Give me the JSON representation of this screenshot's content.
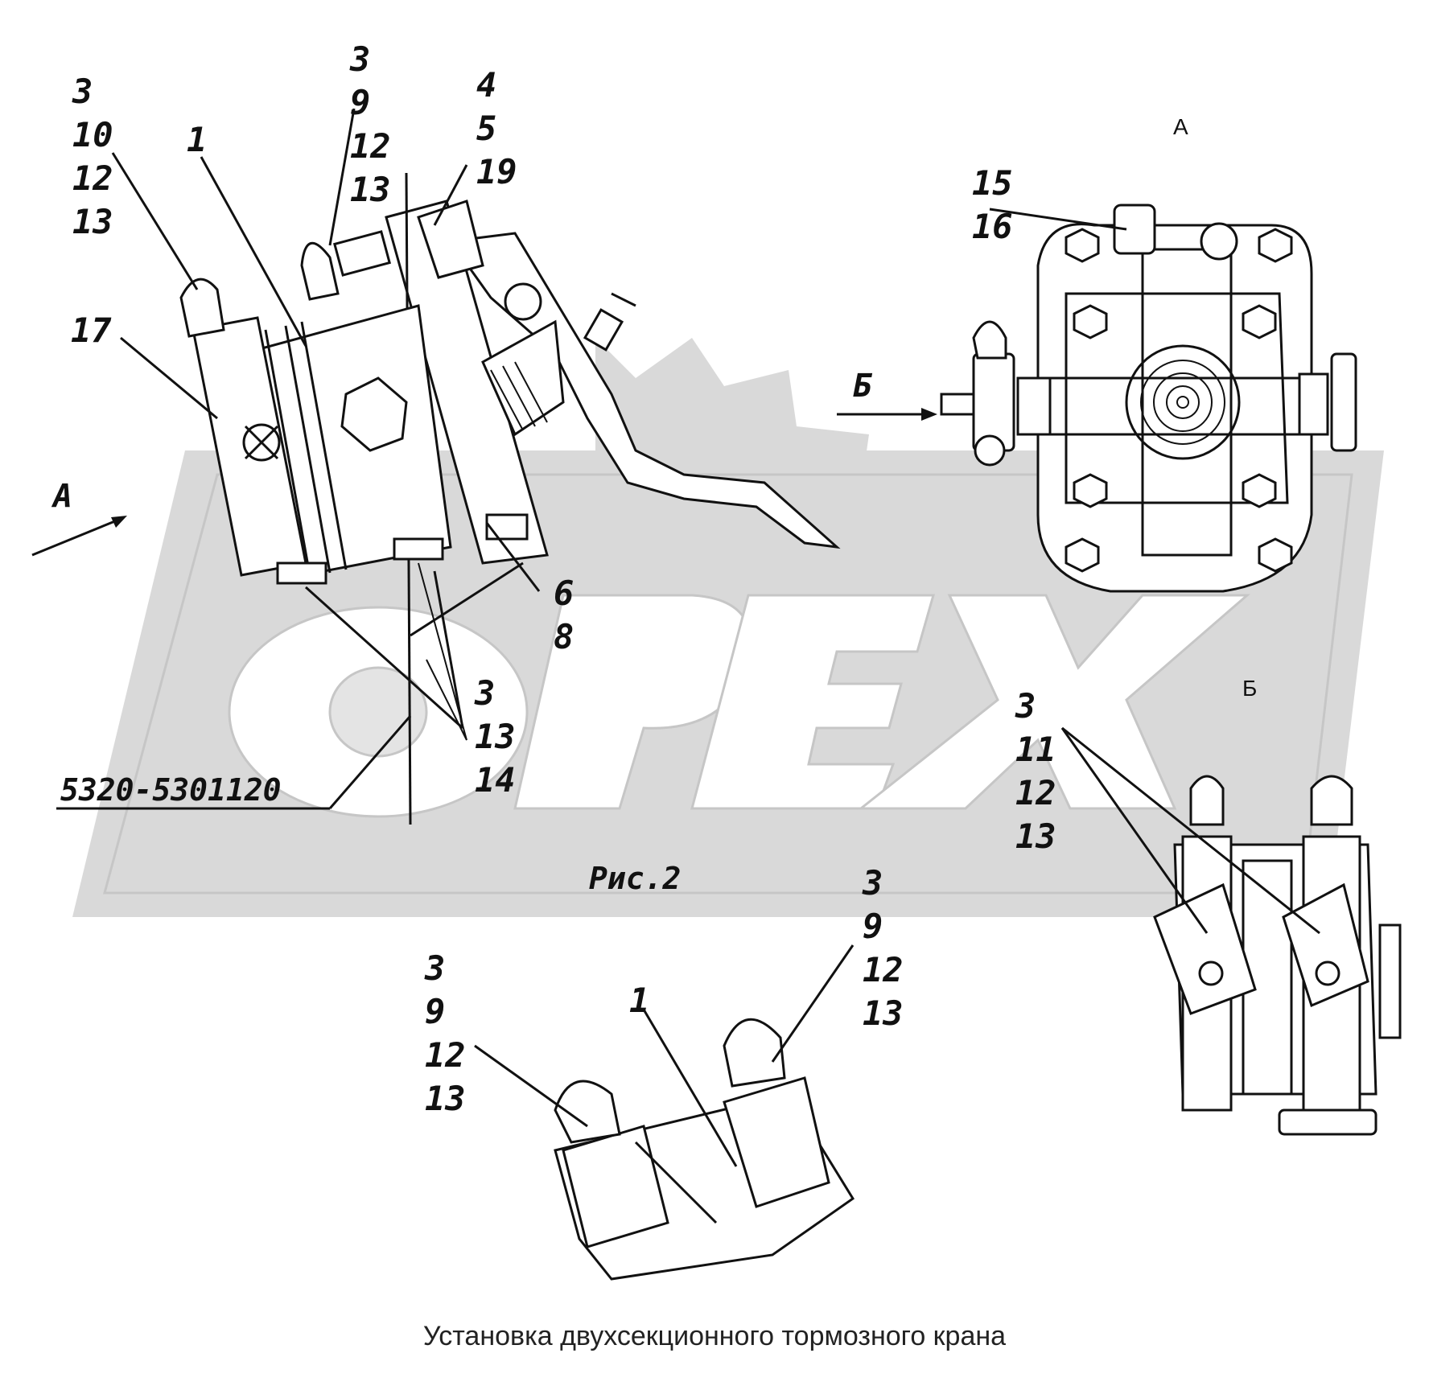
{
  "watermark": {
    "text": "PEX",
    "color": "#d6d6d6"
  },
  "caption": "Установка двухсекционного тормозного крана",
  "figure_label": "Рис.2",
  "part_number": "5320-5301120",
  "view_labels": {
    "a_title": "А",
    "b_title": "Б",
    "arrow_a": "А",
    "arrow_b": "Б"
  },
  "callouts": {
    "c_3_10_12_13": [
      "3",
      "10",
      "12",
      "13"
    ],
    "c_1_top": [
      "1"
    ],
    "c_3_9_12_13_top": [
      "3",
      "9",
      "12",
      "13"
    ],
    "c_4_5_19": [
      "4",
      "5",
      "19"
    ],
    "c_17": [
      "17"
    ],
    "c_6_8": [
      "6",
      "8"
    ],
    "c_3_13_14": [
      "3",
      "13",
      "14"
    ],
    "c_15_16": [
      "15",
      "16"
    ],
    "c_3_11_12_13": [
      "3",
      "11",
      "12",
      "13"
    ],
    "c_3_9_12_13_bl": [
      "3",
      "9",
      "12",
      "13"
    ],
    "c_1_bottom": [
      "1"
    ],
    "c_3_9_12_13_br": [
      "3",
      "9",
      "12",
      "13"
    ]
  }
}
